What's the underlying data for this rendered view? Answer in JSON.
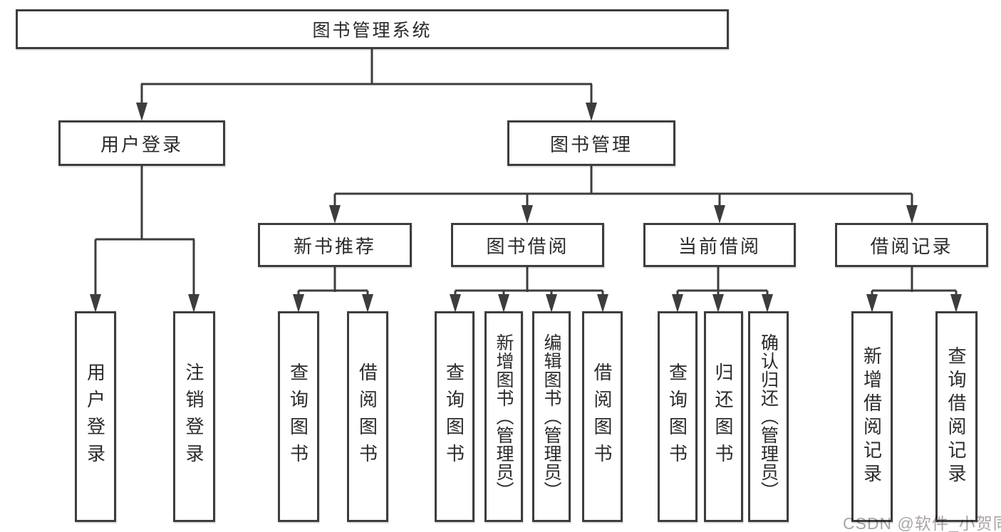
{
  "diagram": {
    "root": {
      "label": "图书管理系统"
    },
    "branches": [
      {
        "label": "用户登录",
        "children": [
          {
            "label": "用户登录"
          },
          {
            "label": "注销登录"
          }
        ]
      },
      {
        "label": "图书管理",
        "sections": [
          {
            "label": "新书推荐",
            "children": [
              {
                "label": "查询图书"
              },
              {
                "label": "借阅图书"
              }
            ]
          },
          {
            "label": "图书借阅",
            "children": [
              {
                "label": "查询图书"
              },
              {
                "label": "新增图书（管理员）"
              },
              {
                "label": "编辑图书（管理员）"
              },
              {
                "label": "借阅图书"
              }
            ]
          },
          {
            "label": "当前借阅",
            "children": [
              {
                "label": "查询图书"
              },
              {
                "label": "归还图书"
              },
              {
                "label": "确认归还（管理员）"
              }
            ]
          },
          {
            "label": "借阅记录",
            "children": [
              {
                "label": "新增借阅记录"
              },
              {
                "label": "查询借阅记录"
              }
            ]
          }
        ]
      }
    ]
  },
  "watermark": {
    "text": "CSDN @软件_小贺同学"
  },
  "colors": {
    "line": "#3d3d3d",
    "text": "#2b2b2b",
    "watermark": "#aba4a4",
    "background": "#ffffff"
  }
}
